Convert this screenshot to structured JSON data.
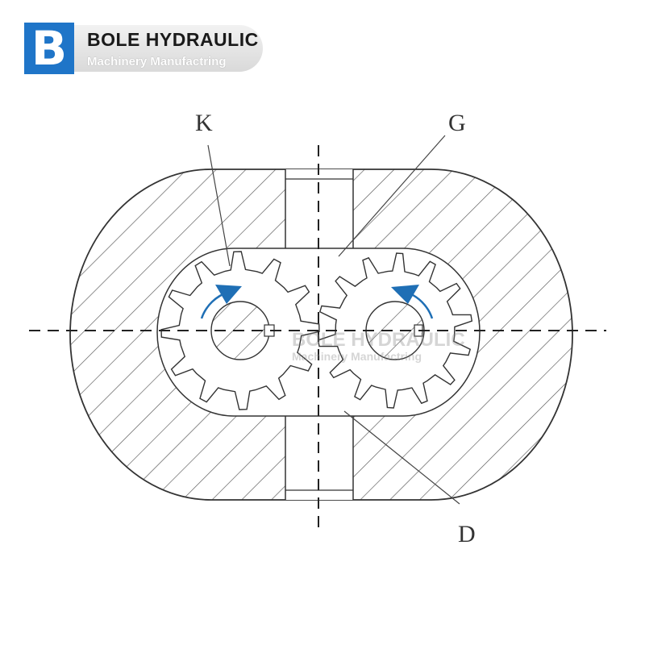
{
  "logo": {
    "mark": "B",
    "title": "BOLE HYDRAULIC",
    "subtitle": "Machinery Manufactring",
    "brand_color": "#1f75c8"
  },
  "labels": {
    "k": "K",
    "g": "G",
    "d": "D"
  },
  "watermark": {
    "title": "BOLE HYDRAULIC",
    "subtitle": "Machinery Manufactring"
  },
  "colors": {
    "line": "#333333",
    "hatch": "#555555",
    "arrow": "#1f6fb5"
  },
  "icons": {
    "rotation_arrows": "curved-arrow-icon"
  }
}
